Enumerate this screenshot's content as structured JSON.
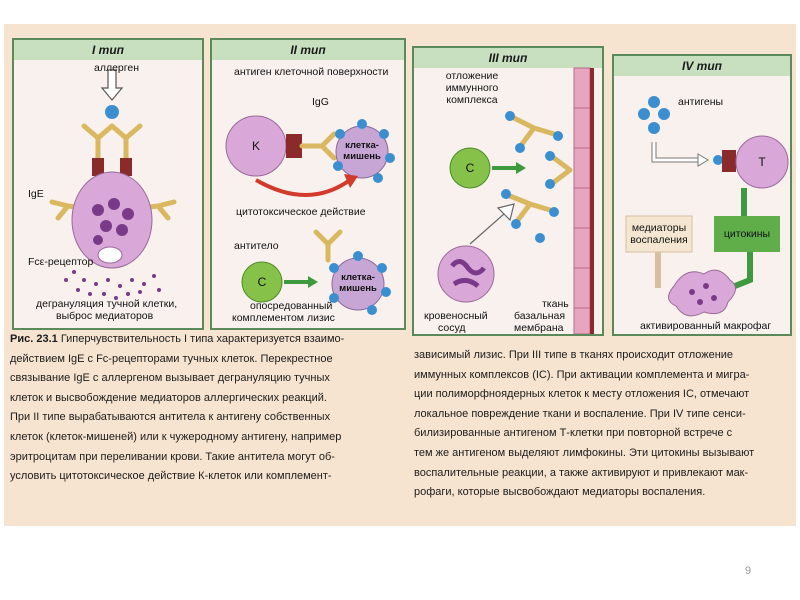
{
  "panels": {
    "t1": {
      "title": "I тип",
      "allergen": "аллерген",
      "ige": "IgE",
      "receptor": "Fcε-рецептор",
      "degran1": "дегрануляция тучной клетки,",
      "degran2": "выброс медиаторов"
    },
    "t2": {
      "title": "II тип",
      "antigen": "антиген клеточной поверхности",
      "igg": "IgG",
      "k": "K",
      "target1a": "клетка-",
      "target1b": "мишень",
      "cytotoxic": "цитотоксическое действие",
      "antibody": "антитело",
      "c": "C",
      "target2a": "клетка-",
      "target2b": "мишень",
      "lysis1": "опосредованный",
      "lysis2": "комплементом лизис"
    },
    "t3": {
      "title": "III тип",
      "dep1": "отложение",
      "dep2": "иммунного",
      "dep3": "комплекса",
      "c": "C",
      "tissue": "ткань",
      "vessel1": "кровеносный",
      "vessel2": "сосуд",
      "membrane1": "базальная",
      "membrane2": "мембрана"
    },
    "t4": {
      "title": "IV тип",
      "antigens": "антигены",
      "t": "T",
      "mediators1": "медиаторы",
      "mediators2": "воспаления",
      "cytokines": "цитокины",
      "macrophage": "активированный макрофаг"
    }
  },
  "caption": {
    "fig": "Рис. 23.1",
    "left": [
      "Гиперчувствительность I типа характеризуется взаимо-",
      "действием IgE с Fc-рецепторами тучных клеток. Перекрестное",
      "связывание IgE с аллергеном вызывает дегрануляцию тучных",
      "клеток и высвобождение медиаторов аллергических реакций.",
      "При II типе вырабатываются антитела к антигену собственных",
      "клеток (клеток-мишеней) или к чужеродному антигену, например",
      "эритроцитам при переливании крови. Такие антитела могут об-",
      "условить цитотоксическое действие К-клеток или комплемент-"
    ],
    "right": [
      "зависимый лизис. При III типе в тканях происходит отложение",
      "иммунных комплексов (IC). При активации комплемента и мигра-",
      "ции полиморфноядерных клеток к месту отложения IC, отмечают",
      "локальное повреждение ткани и воспаление. При IV типе сенси-",
      "билизированные антигеном Т-клетки при повторной встрече с",
      "тем же антигеном выделяют лимфокины. Эти цитокины вызывают",
      "воспалительные реакции, а также активируют и привлекают мак-",
      "рофаги, которые высвобождают медиаторы воспаления."
    ]
  },
  "page_number": "9",
  "colors": {
    "panel_bg": "#f9f1ee",
    "header": "#c8dfc0",
    "border": "#5a8a5a",
    "paper": "#f6e4d0",
    "antigen": "#3b8fd0",
    "antibody": "#d9b860",
    "receptor": "#8a2a2a",
    "cell": "#d9a8d8",
    "arrow_green": "#3e9a3e",
    "arrow_red": "#d33a2c"
  }
}
